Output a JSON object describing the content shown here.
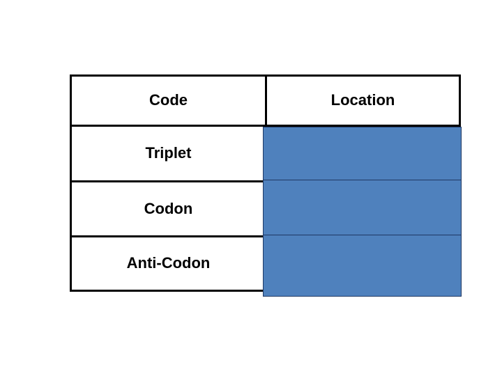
{
  "table": {
    "columns": [
      {
        "label": "Code"
      },
      {
        "label": "Location"
      }
    ],
    "rows": [
      {
        "code": "Triplet",
        "location": "",
        "location_covered": true
      },
      {
        "code": "Codon",
        "location": "",
        "location_covered": true
      },
      {
        "code": "Anti-Codon",
        "location": "",
        "location_covered": true
      }
    ]
  },
  "colors": {
    "background": "#ffffff",
    "table_border": "#000000",
    "text": "#000000",
    "cover_fill": "#4f81bd",
    "cover_border": "#1f3864"
  }
}
